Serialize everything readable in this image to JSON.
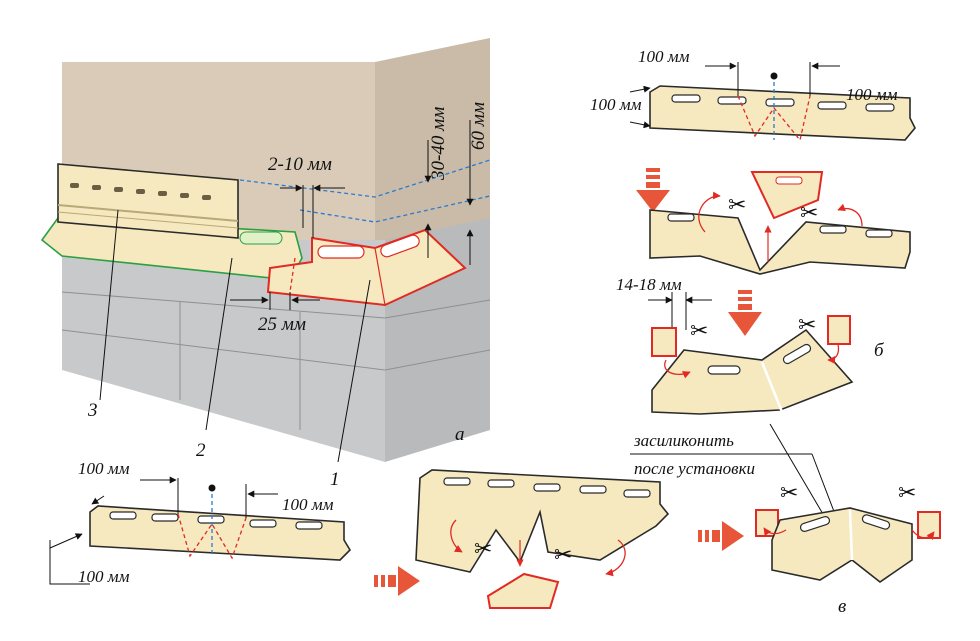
{
  "labels": {
    "a": "а",
    "b": "б",
    "v": "в",
    "n1": "1",
    "n2": "2",
    "n3": "3"
  },
  "dimensions": {
    "d_2_10": "2-10 мм",
    "d_30_40": "30-40 мм",
    "d_60": "60 мм",
    "d_25": "25 мм",
    "b_100_left": "100 мм",
    "b_100_right": "100 мм",
    "b_100_side": "100 мм",
    "b_14_18": "14-18 мм",
    "v_100_left": "100 мм",
    "v_100_right": "100 мм",
    "v_100_side": "100 мм"
  },
  "notes": {
    "seal_line1": "засиликонить",
    "seal_line2": "после установки"
  },
  "colors": {
    "wall": "#d9cbb8",
    "wall_side": "#c9bba8",
    "foundation": "#c8c9cb",
    "foundation_side": "#b9babc",
    "panel": "#f6e9bf",
    "cut_red": "#e02a23",
    "guide_blue": "#2a7bd0",
    "strip_green": "#2aa042",
    "flow_arrow": "#e8563a"
  }
}
